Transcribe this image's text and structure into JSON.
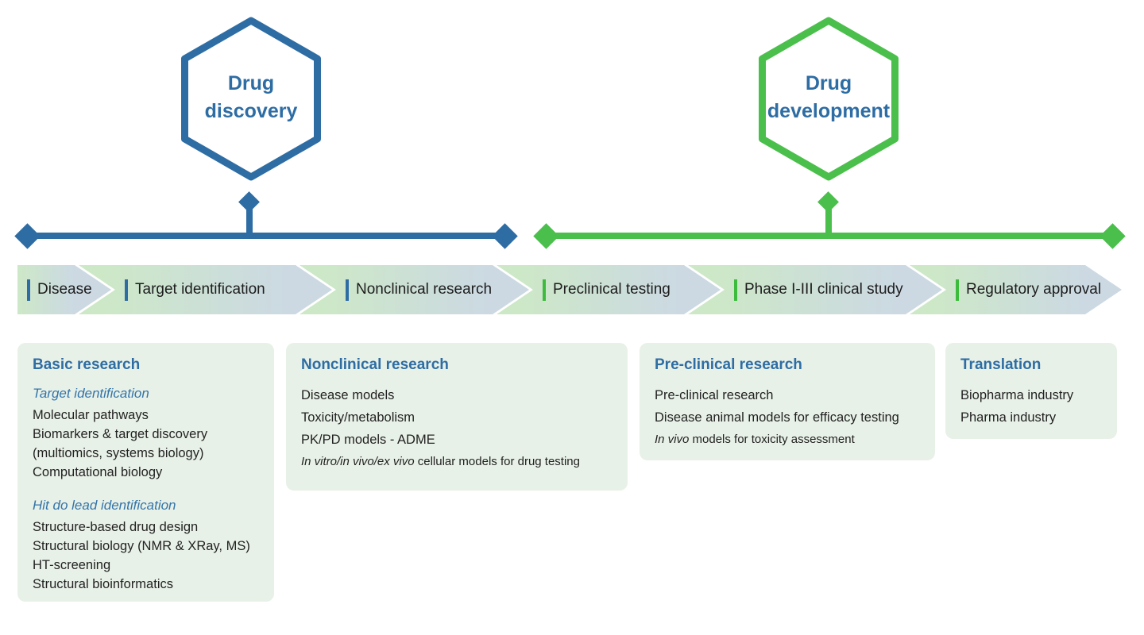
{
  "colors": {
    "blue": "#2e6da4",
    "green": "#4bbf4b",
    "bar_green": "#3cbb3c",
    "stage_green": "#cde8c7",
    "stage_steel": "#ccd9e3",
    "card_bg": "#e8f1e8",
    "text_dark": "#1d1d1d",
    "subhead_blue": "#3474a9"
  },
  "hexagons": [
    {
      "label": "Drug discovery"
    },
    {
      "label": "Drug development"
    }
  ],
  "stages": [
    {
      "label": "Disease"
    },
    {
      "label": "Target identification"
    },
    {
      "label": "Nonclinical research"
    },
    {
      "label": "Preclinical testing"
    },
    {
      "label": "Phase I-III clinical study"
    },
    {
      "label": "Regulatory approval"
    }
  ],
  "cards": [
    {
      "title": "Basic research",
      "sections": [
        {
          "subtitle": "Target identification",
          "items": [
            "Molecular pathways",
            "Biomarkers & target discovery",
            "(multiomics, systems biology)",
            "Computational biology"
          ]
        },
        {
          "subtitle": "Hit do lead identification",
          "items": [
            "Structure-based drug design",
            "Structural biology (NMR & XRay, MS)",
            "HT-screening",
            "Structural bioinformatics"
          ]
        }
      ]
    },
    {
      "title": "Nonclinical research",
      "items": [
        "Disease models",
        "Toxicity/metabolism",
        "PK/PD models - ADME"
      ],
      "note": {
        "italic": "In vitro/in vivo/ex vivo",
        "rest": " cellular models for drug testing"
      }
    },
    {
      "title": "Pre-clinical research",
      "items": [
        "Pre-clinical research",
        "Disease animal models for efficacy testing"
      ],
      "note": {
        "italic": "In vivo",
        "rest": " models for toxicity assessment"
      }
    },
    {
      "title": "Translation",
      "items": [
        "Biopharma industry",
        "Pharma industry"
      ]
    }
  ]
}
